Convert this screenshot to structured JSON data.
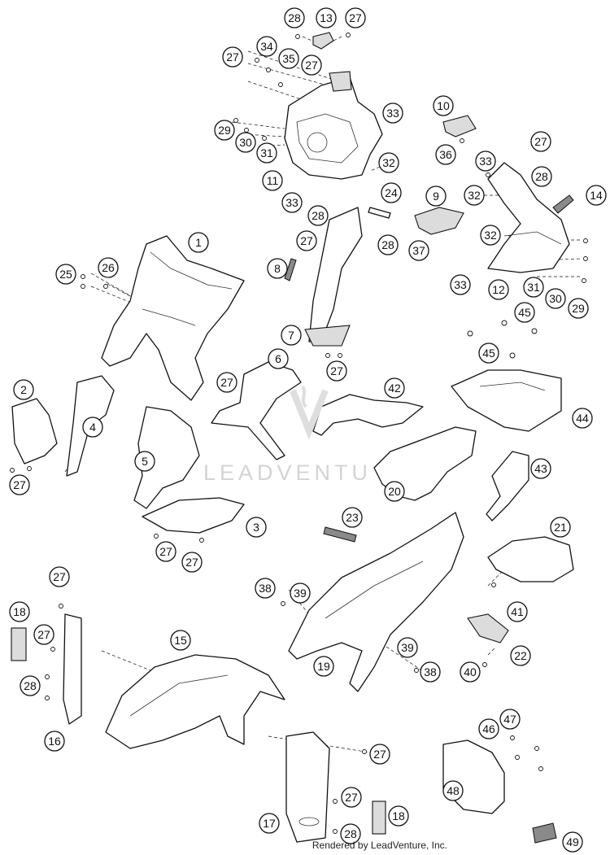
{
  "watermark": "LEADVENTU",
  "credit": "Rendered by LeadVenture, Inc.",
  "callout_labels": {
    "c1": "1",
    "c2": "2",
    "c3": "3",
    "c4": "4",
    "c5": "5",
    "c6": "6",
    "c7": "7",
    "c8": "8",
    "c9": "9",
    "c10": "10",
    "c11": "11",
    "c12": "12",
    "c13": "13",
    "c14": "14",
    "c15": "15",
    "c16": "16",
    "c17": "17",
    "c18": "18",
    "c19": "19",
    "c20": "20",
    "c21": "21",
    "c22": "22",
    "c23": "23",
    "c24": "24",
    "c25": "25",
    "c26": "26",
    "c27": "27",
    "c28": "28",
    "c29": "29",
    "c30": "30",
    "c31": "31",
    "c32": "32",
    "c33": "33",
    "c34": "34",
    "c35": "35",
    "c36": "36",
    "c37": "37",
    "c38": "38",
    "c39": "39",
    "c40": "40",
    "c41": "41",
    "c42": "42",
    "c43": "43",
    "c44": "44",
    "c45": "45",
    "c46": "46",
    "c47": "47",
    "c48": "48",
    "c49": "49"
  }
}
